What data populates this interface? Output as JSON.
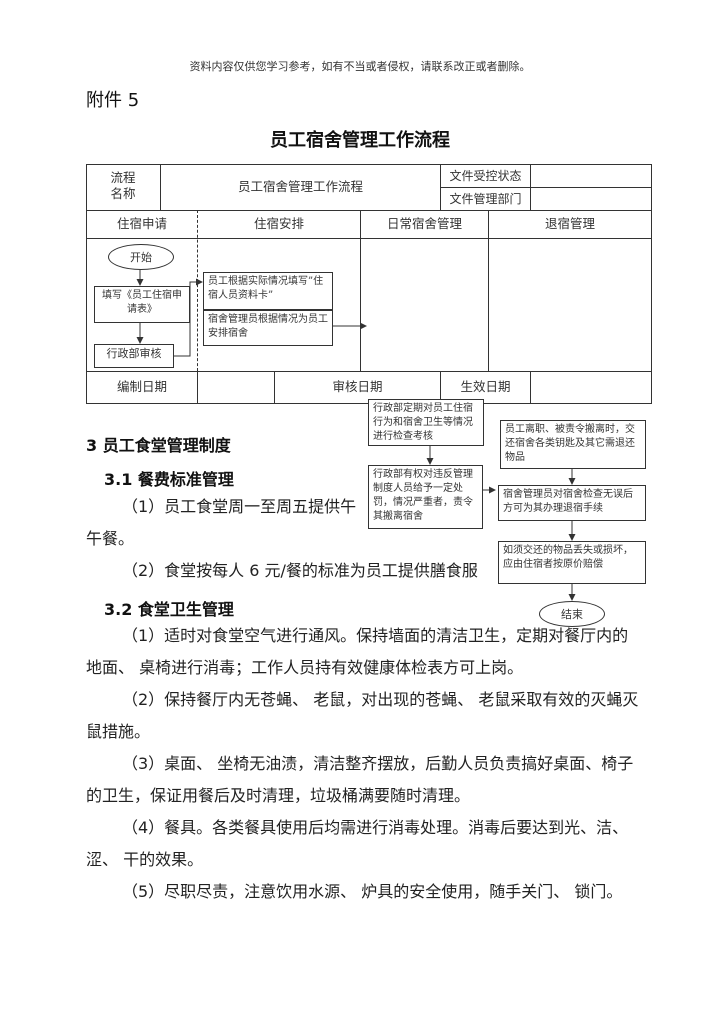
{
  "header": {
    "disclaimer": "资料内容仅供您学习参考，如有不当或者侵权，请联系改正或者删除。",
    "attachment": "附件 5",
    "title": "员工宿舍管理工作流程"
  },
  "table": {
    "process_label": "流程\n名称",
    "process_name": "员工宿舍管理工作流程",
    "doc_status_label": "文件受控状态",
    "doc_dept_label": "文件管理部门",
    "columns": [
      "住宿申请",
      "住宿安排",
      "日常宿舍管理",
      "退宿管理"
    ],
    "footer": {
      "compile_date": "编制日期",
      "review_date": "审核日期",
      "effective_date": "生效日期"
    }
  },
  "flow": {
    "start": "开始",
    "end": "结束",
    "apply_form": "填写《员工住宿申请表》",
    "admin_review": "行政部审核",
    "fill_card": "员工根据实际情况填写”住宿人员资料卡”",
    "arrange": "宿舍管理员根据情况为员工安排宿舍",
    "periodic_check": "行政部定期对员工住宿行为和宿舍卫生等情况进行检查考核",
    "punish": "行政部有权对违反管理制度人员给予一定处罚，情况严重者，责令其搬离宿舍",
    "leave": "员工离职、被责令搬离时，交还宿舍各类钥匙及其它需退还物品",
    "inspect": "宿舍管理员对宿舍检查无误后方可为其办理退宿手续",
    "compensate": "如须交还的物品丢失或损坏，应由住宿者按原价赔偿"
  },
  "section3": {
    "heading": "3 员工食堂管理制度",
    "s31_heading": "3.1 餐费标准管理",
    "s31_p1a": "（1）员工食堂周一至周五提供午",
    "s31_p1b": "午餐。",
    "s31_p2": "（2）食堂按每人 6 元/餐的标准为员工提供膳食服",
    "s32_heading": "3.2 食堂卫生管理",
    "s32_p1": "（1）适时对食堂空气进行通风。保持墙面的清洁卫生，定期对餐厅内的地面、 桌椅进行消毒；工作人员持有效健康体检表方可上岗。",
    "s32_p2": "（2）保持餐厅内无苍蝇、 老鼠，对出现的苍蝇、 老鼠采取有效的灭蝇灭鼠措施。",
    "s32_p3": "（3）桌面、 坐椅无油渍，清洁整齐摆放，后勤人员负责搞好桌面、椅子的卫生，保证用餐后及时清理，垃圾桶满要随时清理。",
    "s32_p4": "（4）餐具。各类餐具使用后均需进行消毒处理。消毒后要达到光、洁、 涩、 干的效果。",
    "s32_p5": "（5）尽职尽责，注意饮用水源、 炉具的安全使用，随手关门、 锁门。"
  }
}
